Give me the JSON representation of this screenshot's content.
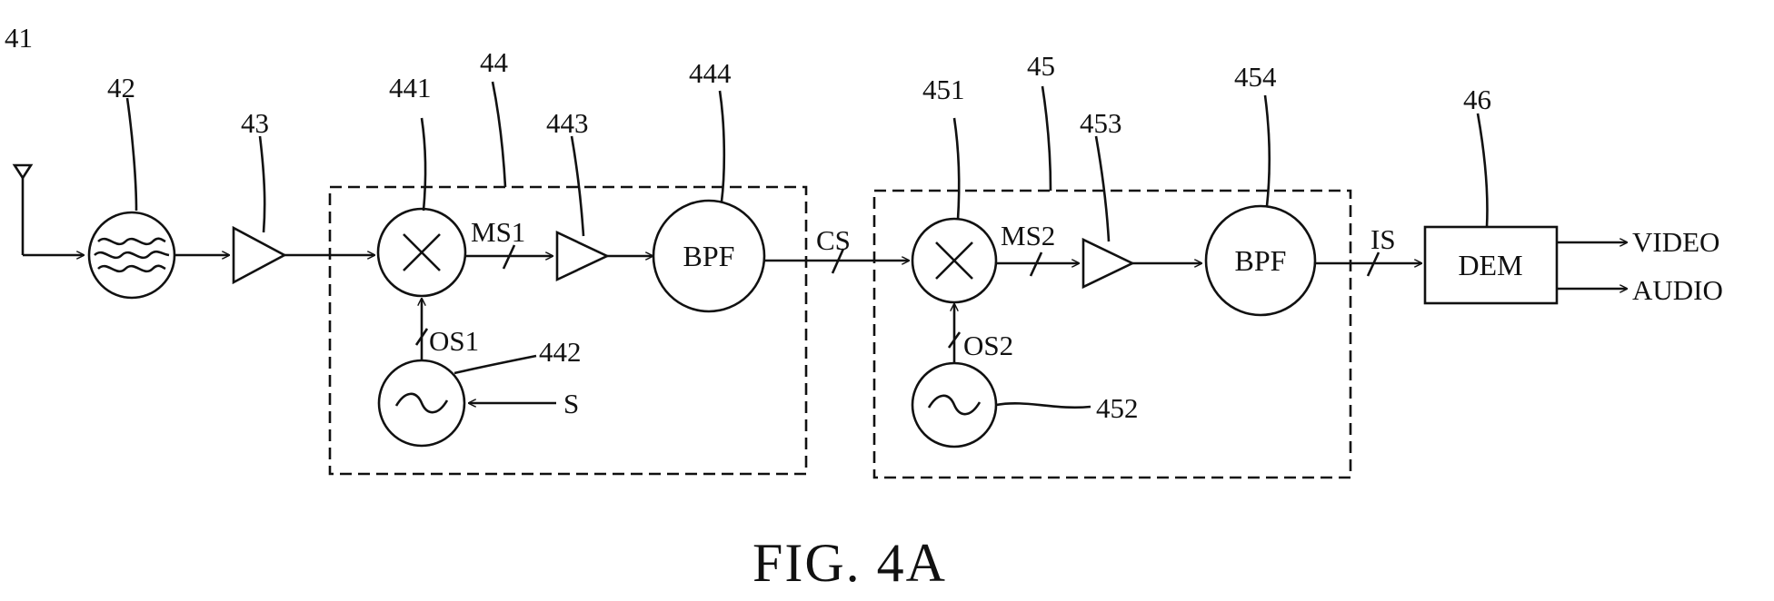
{
  "figure": {
    "caption": "FIG. 4A",
    "refs": {
      "antenna": "41",
      "filter": "42",
      "amp1": "43",
      "stage1": "44",
      "mixer1": "441",
      "osc1": "442",
      "amp2": "443",
      "bpf1": "444",
      "stage2": "45",
      "mixer2": "451",
      "osc2": "452",
      "amp3": "453",
      "bpf2": "454",
      "dem": "46"
    },
    "blocks": {
      "bpf1": "BPF",
      "bpf2": "BPF",
      "dem": "DEM"
    },
    "signals": {
      "ms1": "MS1",
      "os1": "OS1",
      "s": "S",
      "cs": "CS",
      "ms2": "MS2",
      "os2": "OS2",
      "is": "IS"
    },
    "outputs": {
      "video": "VIDEO",
      "audio": "AUDIO"
    }
  }
}
